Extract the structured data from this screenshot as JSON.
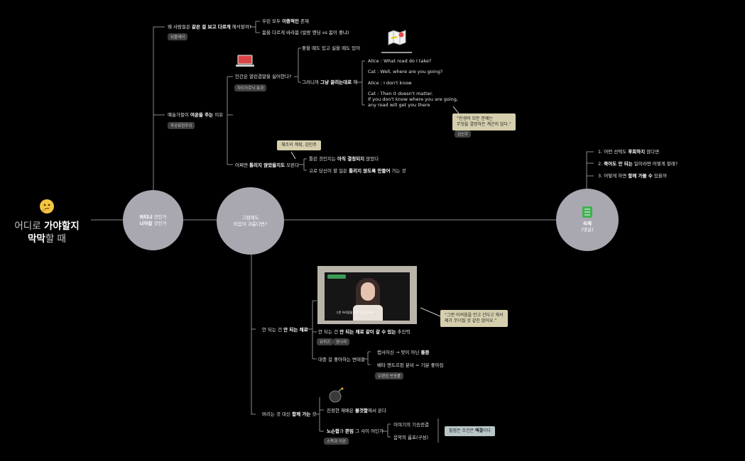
{
  "root": {
    "p1": "어디로 ",
    "b1": "가야할지",
    "b2": "막막",
    "p2": "할 때",
    "icon": "thinking-face-icon"
  },
  "hubs": {
    "h1": {
      "line1": "버티냐",
      "line1b": " 것인가",
      "line2": "나아갈",
      "line2b": " 것인가"
    },
    "h2": {
      "line1": "그럼에도",
      "line2": "마음이 괴롭다면?"
    },
    "h3": {
      "line1": "숙제",
      "line2": "(댓글)",
      "icon": "checklist-icon"
    }
  },
  "b1": {
    "pre": "왜 사람들은 ",
    "bold": "같은 걸 보고 다르게",
    "post": " 해석할까?",
    "tag": "뒤플레어"
  },
  "b1_children": {
    "c1_pre": "우린 모두 ",
    "c1_bold": "이중적인",
    "c1_post": " 존재",
    "c2": "봄을 다르게 바라봄 (발랑 엔딩 vs 봄이 좋냐)"
  },
  "b2": {
    "pre": "예술가들이 ",
    "bold": "여운을 주는",
    "post": " 이유",
    "tag": "추상표현주의"
  },
  "b2a": {
    "text": "인간은 열린결말을 싫어한다?",
    "tag": "자이가르닉 효과",
    "icon": "laptop-icon"
  },
  "b2a_children": {
    "c1": "좋을 때도 있고 싫을 때도 있어",
    "c2_pre": "그러니까 ",
    "c2_bold": "그냥 끌리는대로",
    "c2_post": " 해"
  },
  "dialogue": {
    "l1": "Alice : What road do I take?",
    "l2": "Cat : Well, where are you going?",
    "l3": "Alice : I don't know",
    "l4": "Cat : Then it doesn't matter.",
    "l5": "If you don't know where you are going,",
    "l6": "any road will get you there",
    "icon": "map-icon"
  },
  "quote1": {
    "l1": "“인생의 모든 문제는",
    "l2": "무엇을 결정하든 계곤지 않다.”",
    "tag": "김신우"
  },
  "b2b": {
    "pre": "어쩌면 ",
    "bold": "틀리지 않았을지도",
    "post": " 모른다"
  },
  "note_b2b": "채조의 계획, 김민주",
  "b2b_children": {
    "c1_pre": "틀린 것인지는 ",
    "c1_bold": "아직 결정되지",
    "c1_post": " 않았다",
    "c2_pre": "고로 당신이 할 일은 ",
    "c2_bold": "틀리지 않도록 만들어",
    "c2_post": " 가는 것"
  },
  "homework": {
    "i1_pre": "1. 어떤 선택도 ",
    "i1_bold": "후회하지",
    "i1_post": " 않다면",
    "i2_pre": "2. ",
    "i2_bold": "죽어도 안 되는",
    "i2_post": " 일이라면 어떻게 할래?",
    "i3_pre": "3. 어떻게 하면 ",
    "i3_bold": "함께 가볼 수",
    "i3_post": " 있을까"
  },
  "lower1": {
    "pre": "안 되는 건 ",
    "bold": "안 되는 채로"
  },
  "video_caption": "그런 어려움을 안고 간다고 해서",
  "quote2": {
    "l1": "“그런 어려움을 안고 간다고 해서",
    "l2": "제가 무너질 것 같진 않아요.”"
  },
  "lower1_children": {
    "c1_pre": "안 되는 건 ",
    "c1_bold": "안 되는 채로 같이 갈 수 있는",
    "c1_post": " 추진력",
    "c1_tags": [
      "유퀴즈",
      "장나라"
    ],
    "c2": "대충 걸 좋아하는 변태들",
    "c2_a_pre": "캡사이신 → 맛이 아닌 ",
    "c2_a_bold": "통증",
    "c2_b": "베타 엔도르핀 분비 = 기분 좋아짐",
    "c2_tag": "오랜점 반응률"
  },
  "lower2": {
    "pre": "버리는 것 대신 ",
    "bold": "함께 가는",
    "post": " 것",
    "icon": "bomb-icon"
  },
  "lower2_children": {
    "c1_pre": "진정한 재배은 ",
    "c1_bold": "불것함",
    "c1_post": "에서 온다",
    "c2_bold1": "노슨함",
    "c2_mid": "과 ",
    "c2_bold2": "쫀임",
    "c2_post": " 그 사이 어딘가",
    "c2_tag": "스족과 이완",
    "c2_a": "이야기의 기승전결",
    "c2_b": "음악의 룸포(구성)"
  },
  "note_lower2": {
    "pre": "필점은 조건은 ",
    "bold": "액결",
    "post": "이다"
  }
}
